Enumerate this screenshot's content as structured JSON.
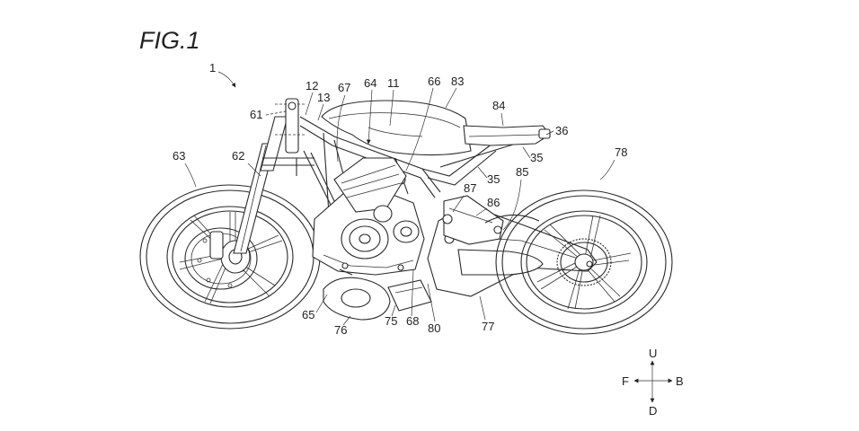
{
  "figure": {
    "title": "FIG.1",
    "ref_main": "1"
  },
  "reference_numerals": {
    "n12": "12",
    "n13": "13",
    "n64": "64",
    "n11": "11",
    "n66": "66",
    "n83": "83",
    "n67": "67",
    "n61": "61",
    "n84": "84",
    "n36": "36",
    "n63": "63",
    "n62": "62",
    "n35a": "35",
    "n35b": "35",
    "n78": "78",
    "n85": "85",
    "n87": "87",
    "n86": "86",
    "n65": "65",
    "n76": "76",
    "n75": "75",
    "n68": "68",
    "n80": "80",
    "n77": "77"
  },
  "compass": {
    "up": "U",
    "down": "D",
    "front": "F",
    "back": "B"
  }
}
